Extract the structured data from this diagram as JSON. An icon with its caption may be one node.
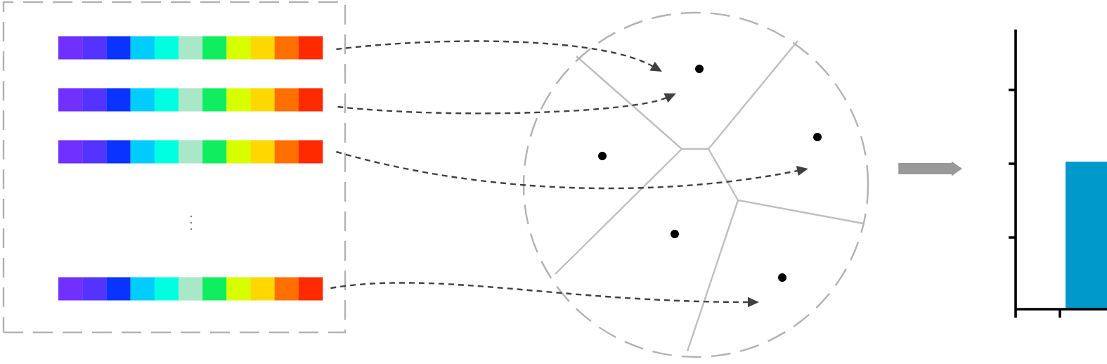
{
  "diagram": {
    "nodes": [
      {
        "text": [],
        "shape": "box"
      },
      {
        "text": [],
        "shape": "bar",
        "in": 0
      },
      {
        "text": [],
        "shape": "bar",
        "in": 0
      },
      {
        "text": [],
        "shape": "bar",
        "in": 0
      },
      {
        "text": [],
        "shape": "bar",
        "in": 0
      },
      {
        "text": [],
        "shape": "circle"
      },
      {
        "text": [],
        "shape": "circle",
        "in": 5
      },
      {
        "text": [],
        "shape": "circle",
        "in": 5
      },
      {
        "text": [],
        "shape": "circle",
        "in": 5
      },
      {
        "text": [],
        "shape": "circle",
        "in": 5
      },
      {
        "text": [],
        "shape": "circle",
        "in": 5
      },
      {
        "text": [],
        "shape": "chart"
      }
    ],
    "edges": [
      {
        "from": 1,
        "to": 6,
        "arrow": "to",
        "style": "dashed"
      },
      {
        "from": 2,
        "to": 6,
        "arrow": "to",
        "style": "dashed"
      },
      {
        "from": 3,
        "to": 7,
        "arrow": "to",
        "style": "dashed"
      },
      {
        "from": 4,
        "to": 10,
        "arrow": "to",
        "style": "dashed"
      },
      {
        "from": 5,
        "to": 11,
        "arrow": "to",
        "style": "thick",
        "color": "#999999"
      }
    ]
  }
}
